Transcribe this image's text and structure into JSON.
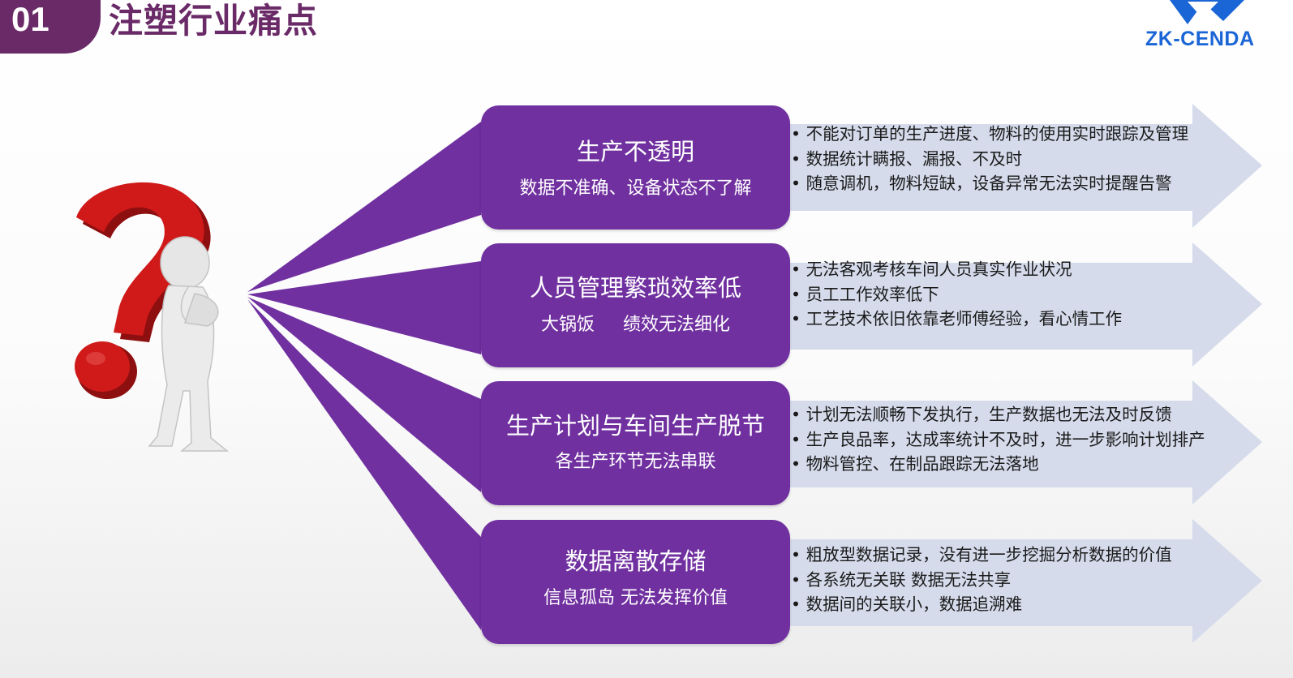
{
  "header": {
    "number": "01",
    "title": "注塑行业痛点"
  },
  "logo": {
    "text": "ZK-CENDA",
    "icon": "logo-mark-icon"
  },
  "colors": {
    "purple": "#7030a0",
    "header_purple": "#6a2a67",
    "arrow_fill": "#d5dbeb",
    "logo_blue": "#1b66d6",
    "question_red": "#d01a1a"
  },
  "illustration": {
    "icon": "question-mark-person-icon"
  },
  "pain_points": [
    {
      "title": "生产不透明",
      "subtitle": "数据不准确、设备状态不了解",
      "details": [
        "不能对订单的生产进度、物料的使用实时跟踪及管理",
        "数据统计瞒报、漏报、不及时",
        "随意调机，物料短缺，设备异常无法实时提醒告警"
      ]
    },
    {
      "title": "人员管理繁琐效率低",
      "subtitle": "大锅饭     绩效无法细化",
      "details": [
        "无法客观考核车间人员真实作业状况",
        "员工工作效率低下",
        "工艺技术依旧依靠老师傅经验，看心情工作"
      ]
    },
    {
      "title": "生产计划与车间生产脱节",
      "subtitle": "各生产环节无法串联",
      "details": [
        "计划无法顺畅下发执行，生产数据也无法及时反馈",
        "生产良品率，达成率统计不及时，进一步影响计划排产",
        "物料管控、在制品跟踪无法落地"
      ]
    },
    {
      "title": "数据离散存储",
      "subtitle": "信息孤岛 无法发挥价值",
      "details": [
        "粗放型数据记录，没有进一步挖掘分析数据的价值",
        "各系统无关联 数据无法共享",
        "数据间的关联小，数据追溯难"
      ]
    }
  ]
}
